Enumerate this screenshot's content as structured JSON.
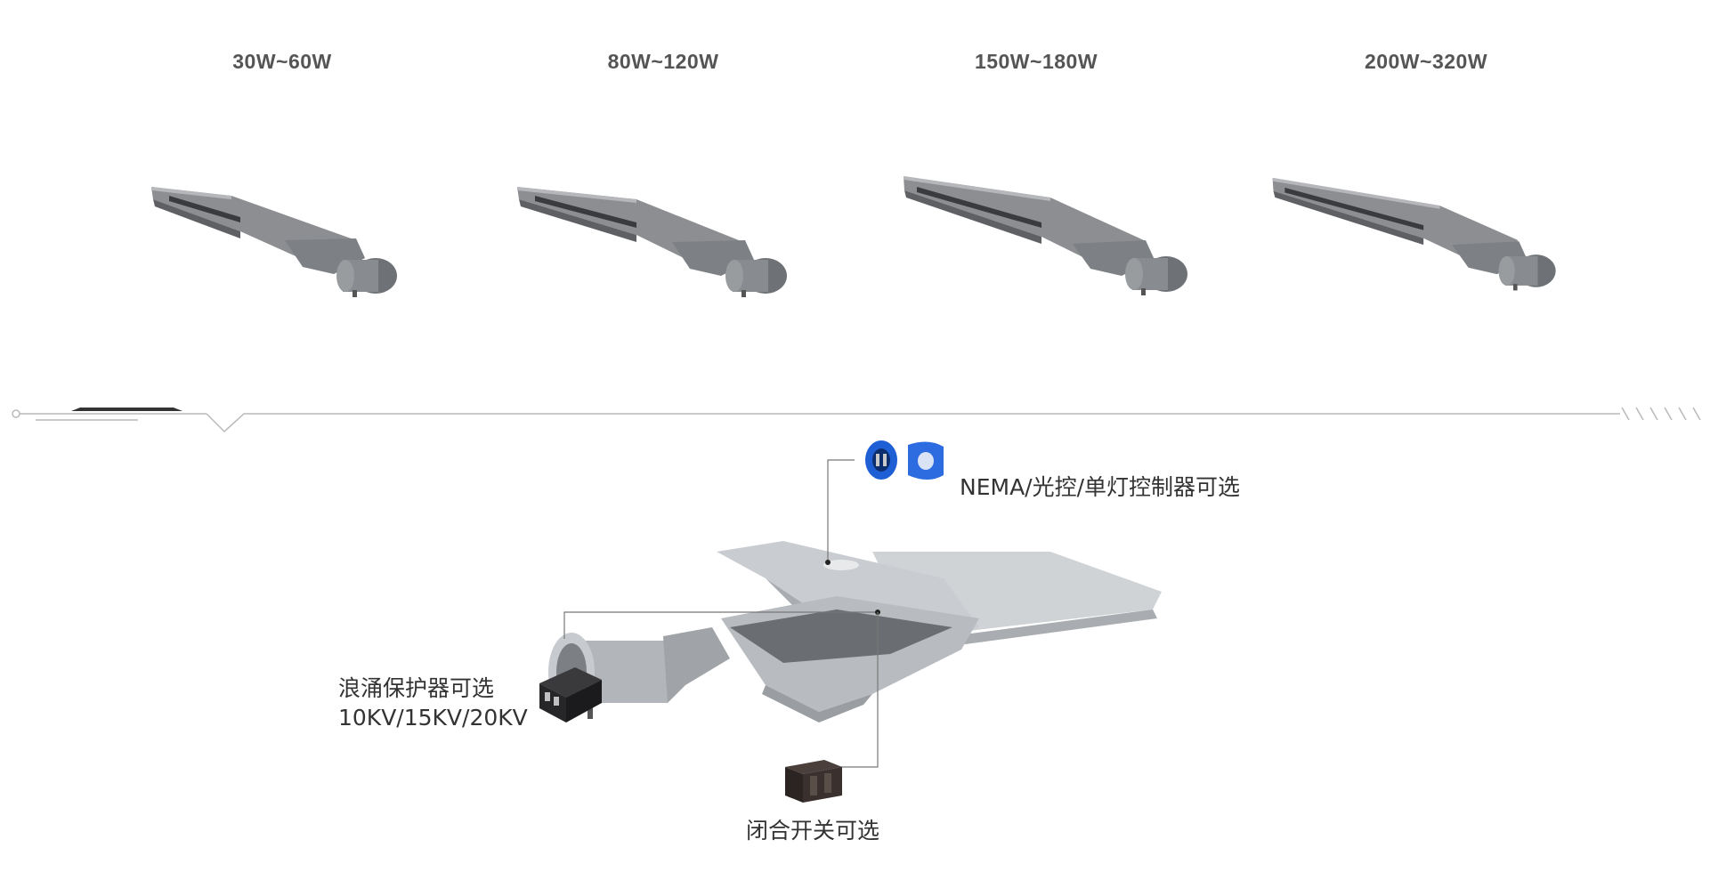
{
  "products": [
    {
      "wattage": "30W~60W"
    },
    {
      "wattage": "80W~120W"
    },
    {
      "wattage": "150W~180W"
    },
    {
      "wattage": "200W~320W"
    }
  ],
  "callouts": {
    "nema": "NEMA/光控/单灯控制器可选",
    "surge_line1": "浪涌保护器可选",
    "surge_line2": "10KV/15KV/20KV",
    "switch": "闭合开关可选"
  },
  "colors": {
    "lamp_body": "#8c8e91",
    "lamp_body_dark": "#5e6064",
    "aluminum": "#c4c7cb",
    "nema_blue": "#1f5fd6",
    "divider": "#b9b9b9",
    "component_dark": "#2e2e30"
  },
  "icons": {
    "nema": "photocell-controller-icon",
    "surge": "surge-protector-icon",
    "switch": "terminal-switch-icon"
  }
}
